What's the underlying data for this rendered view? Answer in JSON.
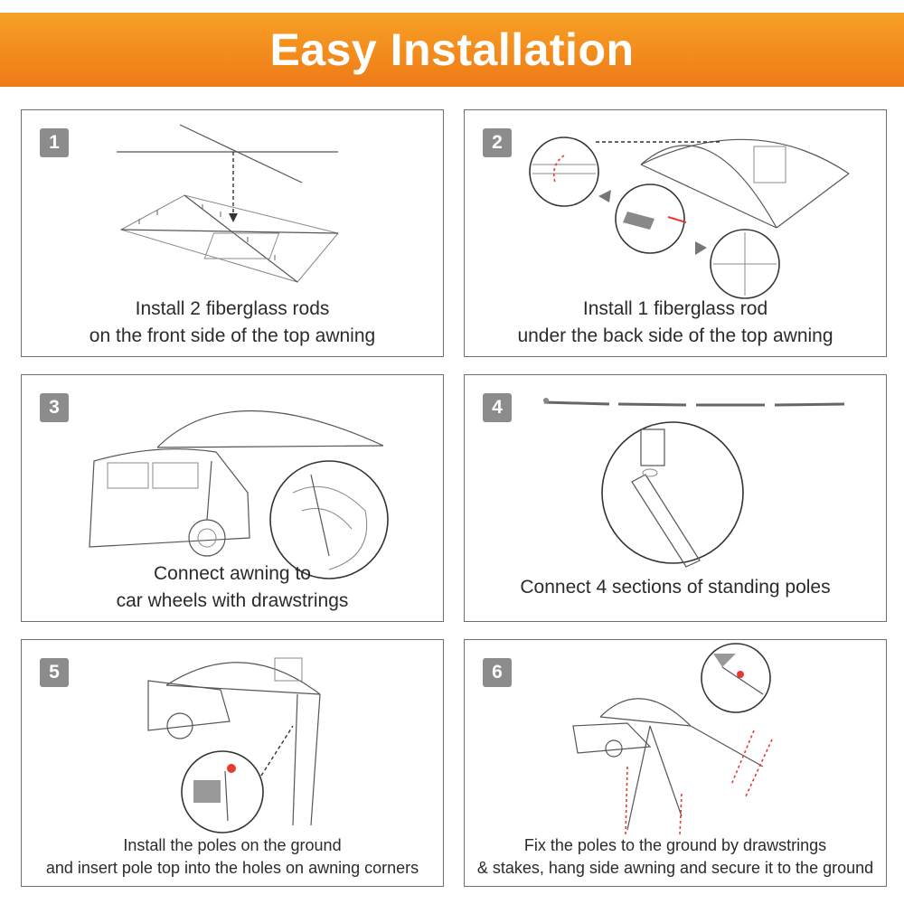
{
  "header": {
    "title": "Easy Installation"
  },
  "steps": [
    {
      "number": "1",
      "line1": "Install 2 fiberglass rods",
      "line2": "on the front side of the top awning"
    },
    {
      "number": "2",
      "line1": "Install 1 fiberglass rod",
      "line2": "under the back side of the top awning"
    },
    {
      "number": "3",
      "line1": "Connect awning to",
      "line2": "car wheels with drawstrings"
    },
    {
      "number": "4",
      "line1": "Connect 4 sections of standing poles",
      "line2": ""
    },
    {
      "number": "5",
      "line1": "Install the poles on the ground",
      "line2": "and insert pole top into the holes on awning corners"
    },
    {
      "number": "6",
      "line1": "Fix the poles to the ground by drawstrings",
      "line2": "& stakes, hang side awning and secure it to the ground"
    }
  ],
  "colors": {
    "banner": "#f28a1c",
    "badge": "#8c8c8c",
    "accent_arrow": "#e63b2e",
    "border": "#6f6f6f"
  },
  "icons": [
    "step-number-badge",
    "dashed-arrow-icon",
    "magnifier-circle-icon",
    "car-icon",
    "awning-icon",
    "pole-icon"
  ]
}
